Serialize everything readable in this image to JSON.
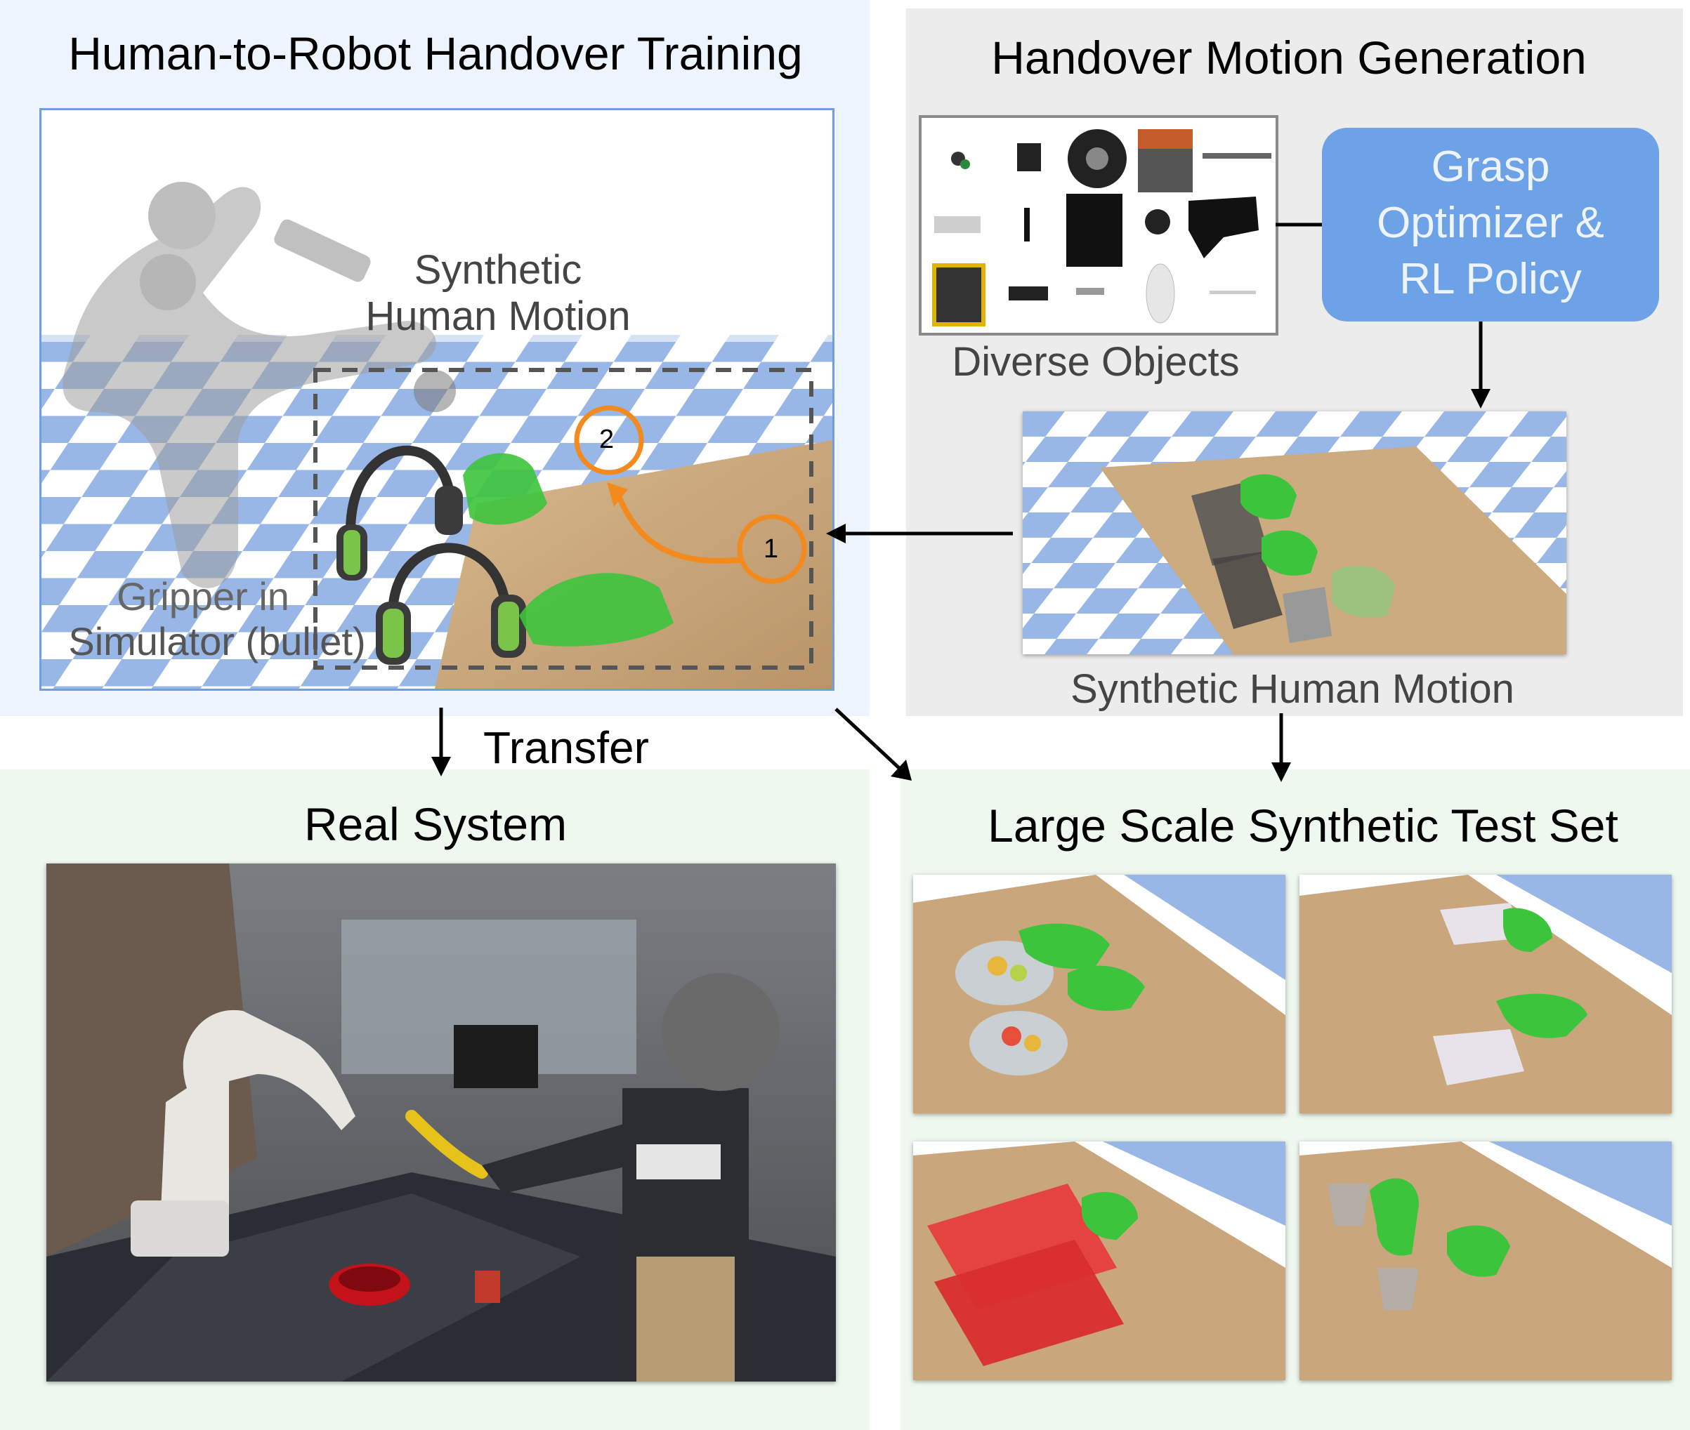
{
  "panels": {
    "training": {
      "title": "Human-to-Robot Handover Training"
    },
    "generation": {
      "title": "Handover Motion Generation"
    },
    "real": {
      "title": "Real System"
    },
    "testset": {
      "title": "Large Scale Synthetic Test Set"
    }
  },
  "training_scene": {
    "synthetic_label_line1": "Synthetic",
    "synthetic_label_line2": "Human Motion",
    "gripper_label_line1": "Gripper in",
    "gripper_label_line2": "Simulator (bullet)",
    "step_1": "1",
    "step_2": "2"
  },
  "generation_scene": {
    "objects_caption": "Diverse Objects",
    "policy_box_line1": "Grasp",
    "policy_box_line2": "Optimizer &",
    "policy_box_line3": "RL Policy",
    "motion_caption": "Synthetic Human Motion"
  },
  "flow": {
    "transfer_label": "Transfer"
  },
  "colors": {
    "training_bg": "#eef4fd",
    "generation_bg": "#ececec",
    "bottom_bg": "#eef8ef",
    "policy_box": "#6ea2e6",
    "orange_annotation": "#f28a1e",
    "hand_green": "#3cc43c",
    "checker_blue": "#98b6e6"
  }
}
